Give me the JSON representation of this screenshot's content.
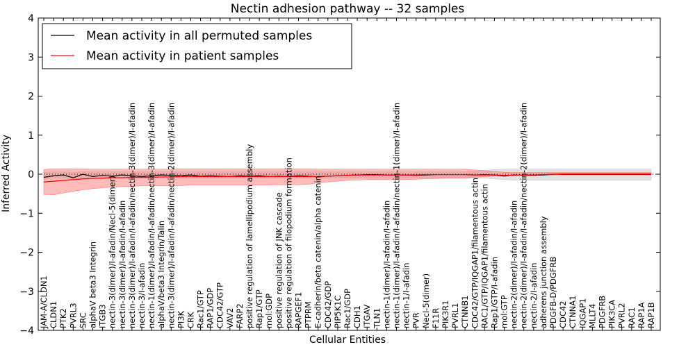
{
  "chart_data": {
    "type": "line",
    "title": "Nectin adhesion pathway -- 32 samples",
    "xlabel": "Cellular Entities",
    "ylabel": "Inferred Activity",
    "ylim": [
      -4,
      4
    ],
    "yticks": [
      -4,
      -3,
      -2,
      -1,
      0,
      1,
      2,
      3,
      4
    ],
    "ytick_labels": [
      "−4",
      "−3",
      "−2",
      "−1",
      "0",
      "1",
      "2",
      "3",
      "4"
    ],
    "grid": false,
    "legend_position": "top-left",
    "colors": {
      "permuted": "#000000",
      "patient": "#ff0000",
      "patient_band": "#ff6666",
      "permuted_band": "#bfbfbf"
    },
    "categories": [
      "JAM-A/CLDN1",
      "CLDN1",
      "PTK2",
      "PVRL3",
      "SRC",
      "alphaV beta3 Integrin",
      "ITGB3",
      "nectin-3(dimer)/I-afadin/Necl-5(dimer)",
      "nectin-3(dimer)/I-afadin/I-afadin",
      "nectin-3(dimer)/I-afadin/I-afadin/nectin-3(dimer)/I-afadin",
      "nectin-3/I-afadin",
      "nectin-1(dimer)/I-afadin/I-afadin/nectin-3(dimer)/I-afadin",
      "alphaV/beta3 Integrin/Talin",
      "nectin-3(dimer)/I-afadin/I-afadin/nectin-2(dimer)/I-afadin",
      "PI3K",
      "CRK",
      "Rac1/GTP",
      "RAP1/GDP",
      "CDC42/GTP",
      "VAV2",
      "FARP2",
      "positive regulation of lamellipodium assembly",
      "Rap1/GTP",
      "mol:GDP",
      "positive regulation of JNK cascade",
      "positive regulation of filopodium formation",
      "RAPGEF1",
      "PTPRM",
      "E-cadherin/beta catenin/alpha catenin",
      "CDC42/GDP",
      "PIP5K1C",
      "Rac1/GDP",
      "CDH1",
      "ITGAV",
      "TLN1",
      "nectin-1(dimer)/I-afadin/I-afadin",
      "nectin-1(dimer)/I-afadin/I-afadin/nectin-1(dimer)/I-afadin",
      "nectin-1/I-afadin",
      "PVR",
      "Necl-5(dimer)",
      "F11R",
      "PIK3R1",
      "PVRL1",
      "CTNNB1",
      "CDC42/GTP/IQGAP1/filamentous actin",
      "RAC1/GTP/IQGAP1/filamentous actin",
      "Rap1/GTP/I-afadin",
      "mol:GTP",
      "nectin-2(dimer)/I-afadin/I-afadin",
      "nectin-2(dimer)/I-afadin/I-afadin/nectin-2(dimer)/I-afadin",
      "nectin-2/I-afadin",
      "adherens junction assembly",
      "PDGFB-D/PDGFRB",
      "CDC42",
      "CTNNA1",
      "IQGAP1",
      "MLLT4",
      "PDGFRB",
      "PIK3CA",
      "PVRL2",
      "RAC1",
      "RAP1A",
      "RAP1B"
    ],
    "series": [
      {
        "name": "Mean activity in all permuted samples",
        "values": [
          -0.08,
          -0.04,
          -0.02,
          -0.09,
          0.0,
          -0.06,
          -0.03,
          -0.05,
          -0.02,
          -0.04,
          -0.06,
          -0.04,
          -0.02,
          -0.03,
          -0.04,
          -0.02,
          -0.05,
          -0.04,
          -0.05,
          -0.06,
          -0.04,
          -0.05,
          -0.04,
          -0.06,
          -0.05,
          -0.06,
          -0.04,
          -0.05,
          -0.07,
          -0.05,
          -0.04,
          -0.03,
          -0.02,
          -0.01,
          -0.01,
          -0.02,
          -0.02,
          -0.02,
          -0.03,
          -0.02,
          -0.01,
          -0.01,
          -0.01,
          -0.01,
          -0.02,
          -0.01,
          -0.02,
          -0.05,
          -0.02,
          -0.03,
          -0.03,
          -0.02,
          0.0,
          0.0,
          0.0,
          0.0,
          0.0,
          0.0,
          0.0,
          0.0,
          0.0,
          0.0,
          0.0
        ],
        "band": {
          "lower": [
            -0.12,
            -0.1,
            -0.1,
            -0.12,
            -0.1,
            -0.1,
            -0.1,
            -0.1,
            -0.1,
            -0.1,
            -0.1,
            -0.1,
            -0.1,
            -0.1,
            -0.1,
            -0.1,
            -0.1,
            -0.1,
            -0.1,
            -0.1,
            -0.1,
            -0.1,
            -0.1,
            -0.1,
            -0.1,
            -0.1,
            -0.1,
            -0.1,
            -0.1,
            -0.1,
            -0.1,
            -0.1,
            -0.1,
            -0.1,
            -0.1,
            -0.1,
            -0.1,
            -0.1,
            -0.1,
            -0.1,
            -0.1,
            -0.1,
            -0.1,
            -0.1,
            -0.1,
            -0.1,
            -0.12,
            -0.14,
            -0.15,
            -0.15,
            -0.15,
            -0.15,
            -0.15,
            -0.15,
            -0.15,
            -0.15,
            -0.15,
            -0.15,
            -0.15,
            -0.15,
            -0.15,
            -0.15,
            -0.15
          ],
          "upper": [
            0.05,
            0.06,
            0.06,
            0.05,
            0.06,
            0.06,
            0.06,
            0.06,
            0.06,
            0.06,
            0.06,
            0.06,
            0.06,
            0.06,
            0.06,
            0.06,
            0.06,
            0.06,
            0.06,
            0.06,
            0.06,
            0.06,
            0.06,
            0.06,
            0.06,
            0.06,
            0.06,
            0.06,
            0.06,
            0.06,
            0.06,
            0.06,
            0.06,
            0.06,
            0.06,
            0.06,
            0.06,
            0.06,
            0.06,
            0.06,
            0.06,
            0.06,
            0.06,
            0.06,
            0.08,
            0.1,
            0.12,
            0.13,
            0.13,
            0.13,
            0.13,
            0.13,
            0.13,
            0.13,
            0.13,
            0.13,
            0.13,
            0.13,
            0.13,
            0.13,
            0.13,
            0.13,
            0.13
          ]
        }
      },
      {
        "name": "Mean activity in patient samples",
        "values": [
          -0.2,
          -0.18,
          -0.16,
          -0.14,
          -0.12,
          -0.11,
          -0.1,
          -0.09,
          -0.09,
          -0.08,
          -0.08,
          -0.08,
          -0.07,
          -0.07,
          -0.06,
          -0.06,
          -0.06,
          -0.06,
          -0.06,
          -0.06,
          -0.06,
          -0.06,
          -0.06,
          -0.06,
          -0.06,
          -0.06,
          -0.06,
          -0.06,
          -0.06,
          -0.05,
          -0.04,
          -0.03,
          -0.02,
          -0.02,
          -0.02,
          -0.02,
          -0.02,
          -0.02,
          -0.02,
          -0.01,
          -0.01,
          -0.01,
          -0.01,
          -0.01,
          -0.02,
          -0.02,
          -0.02,
          -0.03,
          -0.03,
          -0.02,
          -0.02,
          -0.01,
          0.0,
          0.01,
          0.01,
          0.01,
          0.01,
          0.01,
          0.01,
          0.01,
          0.01,
          0.01,
          0.01
        ],
        "band": {
          "lower": [
            -0.52,
            -0.53,
            -0.48,
            -0.44,
            -0.4,
            -0.37,
            -0.35,
            -0.33,
            -0.32,
            -0.31,
            -0.3,
            -0.3,
            -0.3,
            -0.3,
            -0.29,
            -0.28,
            -0.28,
            -0.28,
            -0.28,
            -0.28,
            -0.28,
            -0.28,
            -0.28,
            -0.28,
            -0.27,
            -0.27,
            -0.27,
            -0.26,
            -0.22,
            -0.2,
            -0.18,
            -0.16,
            -0.15,
            -0.14,
            -0.14,
            -0.14,
            -0.14,
            -0.14,
            -0.13,
            -0.12,
            -0.11,
            -0.1,
            -0.1,
            -0.1,
            -0.08,
            -0.06,
            -0.05,
            -0.04,
            -0.03,
            -0.02,
            -0.02,
            -0.02,
            -0.02,
            -0.02,
            -0.02,
            -0.02,
            -0.02,
            -0.02,
            -0.02,
            -0.02,
            -0.02,
            -0.02,
            -0.02
          ],
          "upper": [
            0.12,
            0.14,
            0.14,
            0.14,
            0.14,
            0.13,
            0.13,
            0.13,
            0.13,
            0.13,
            0.13,
            0.13,
            0.13,
            0.13,
            0.14,
            0.14,
            0.14,
            0.14,
            0.14,
            0.14,
            0.14,
            0.14,
            0.14,
            0.14,
            0.14,
            0.14,
            0.14,
            0.14,
            0.13,
            0.13,
            0.13,
            0.13,
            0.13,
            0.13,
            0.13,
            0.13,
            0.13,
            0.13,
            0.13,
            0.13,
            0.13,
            0.13,
            0.13,
            0.13,
            0.11,
            0.09,
            0.07,
            0.05,
            0.04,
            0.04,
            0.04,
            0.04,
            0.04,
            0.04,
            0.04,
            0.04,
            0.04,
            0.04,
            0.04,
            0.04,
            0.04,
            0.04,
            0.04
          ]
        }
      }
    ]
  }
}
